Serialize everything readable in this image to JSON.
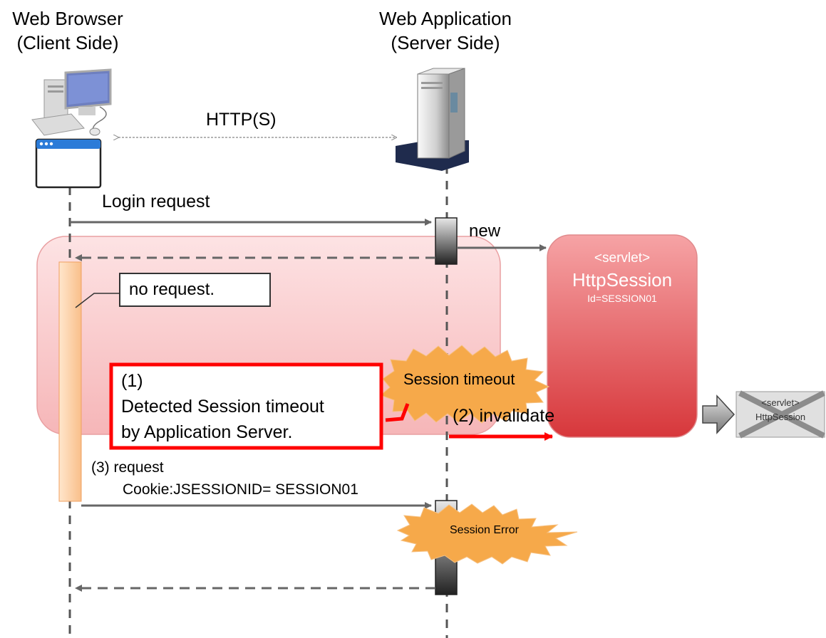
{
  "client": {
    "title_line1": "Web Browser",
    "title_line2": "(Client Side)"
  },
  "server": {
    "title_line1": "Web Application",
    "title_line2": "(Server Side)"
  },
  "protocol_label": "HTTP(S)",
  "login_request_label": "Login request",
  "new_label": "new",
  "note_text": "no request.",
  "session_box": {
    "line1": "<servlet>",
    "line2": "HttpSession",
    "line3": "Id=SESSION01"
  },
  "session_timeout_label": "Session timeout",
  "detected_box": {
    "line1": "(1)",
    "line2": "Detected Session timeout",
    "line3": "by Application Server."
  },
  "invalidate_label": "(2) invalidate",
  "invalid_session": {
    "line1": "<servlet>",
    "line2": "HttpSession"
  },
  "request_label": {
    "line1": "(3) request",
    "line2": "Cookie:JSESSIONID= SESSION01"
  },
  "session_error_label": "Session Error",
  "colors": {
    "session_fill": "#e05a5e",
    "burst_fill": "#f6a94a",
    "alert_red": "#ff0000",
    "zone_fill": "#f9c5c7"
  }
}
